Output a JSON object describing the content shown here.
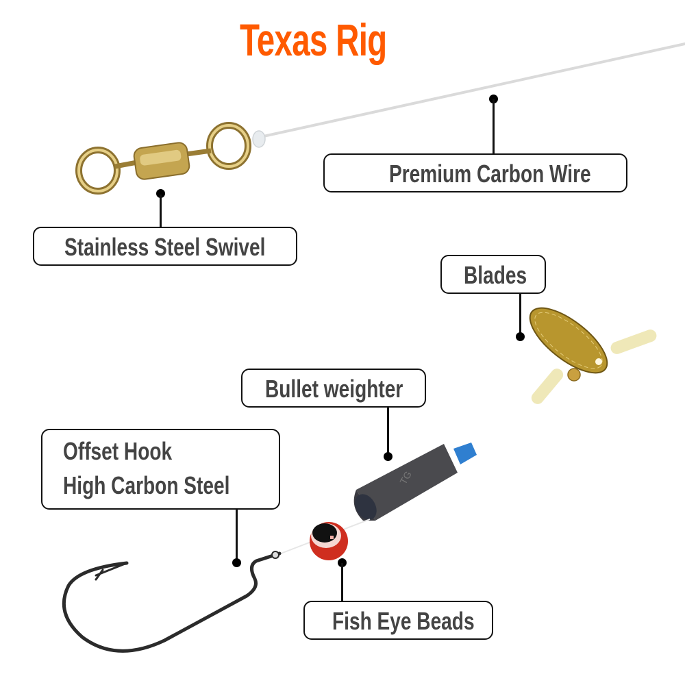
{
  "title": "Texas Rig",
  "colors": {
    "title": "#ff5a00",
    "label_text": "#444444",
    "border": "#111111",
    "gold": "#c9a84a",
    "bead_red": "#d0301e",
    "weight_gray": "#4a4a4e",
    "stopper_blue": "#2f7fd0",
    "rubber_tube": "#efe8b8"
  },
  "labels": [
    {
      "id": "wire",
      "text": "Premium Carbon Wire"
    },
    {
      "id": "swivel",
      "text": "Stainless Steel Swivel"
    },
    {
      "id": "blades",
      "text": "Blades"
    },
    {
      "id": "weight",
      "text": "Bullet weighter"
    },
    {
      "id": "hook",
      "line1": "Offset Hook",
      "line2": "High Carbon Steel"
    },
    {
      "id": "beads",
      "text": "Fish Eye Beads"
    }
  ],
  "components": [
    {
      "name": "swivel",
      "illustration": "gold barrel swivel with two rings"
    },
    {
      "name": "wire",
      "illustration": "clear line running to top-right"
    },
    {
      "name": "blade",
      "illustration": "gold willow blade with scale pattern and two rubber tubes"
    },
    {
      "name": "bullet-weight",
      "illustration": "dark lead bullet sinker with blue stopper"
    },
    {
      "name": "bead",
      "illustration": "red fish eye bead"
    },
    {
      "name": "hook",
      "illustration": "black offset worm hook"
    }
  ]
}
